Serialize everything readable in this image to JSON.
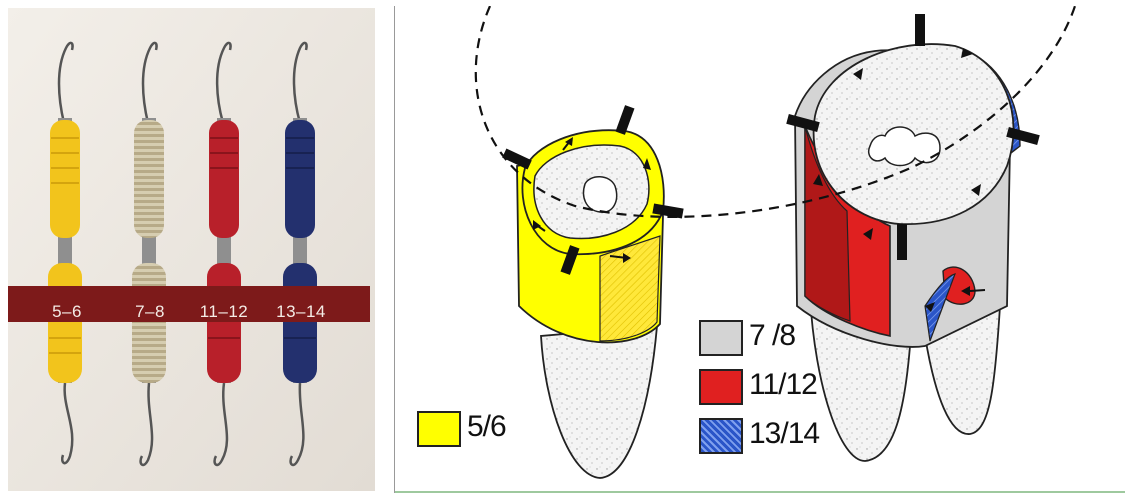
{
  "photo": {
    "instrument_labels": [
      "5–6",
      "7–8",
      "11–12",
      "13–14"
    ],
    "handle_colors": [
      "#f2c41c",
      "#c9bf9e",
      "#b8202a",
      "#23306e"
    ],
    "band_color": "#7d1a1a"
  },
  "diagram": {
    "legend": [
      {
        "label": "5/6",
        "color": "#ffff00"
      },
      {
        "label": "7 /8",
        "color": "#d4d4d4"
      },
      {
        "label": "11/12",
        "color": "#e02020"
      },
      {
        "label": "13/14",
        "color": "#2a55c8"
      }
    ]
  }
}
